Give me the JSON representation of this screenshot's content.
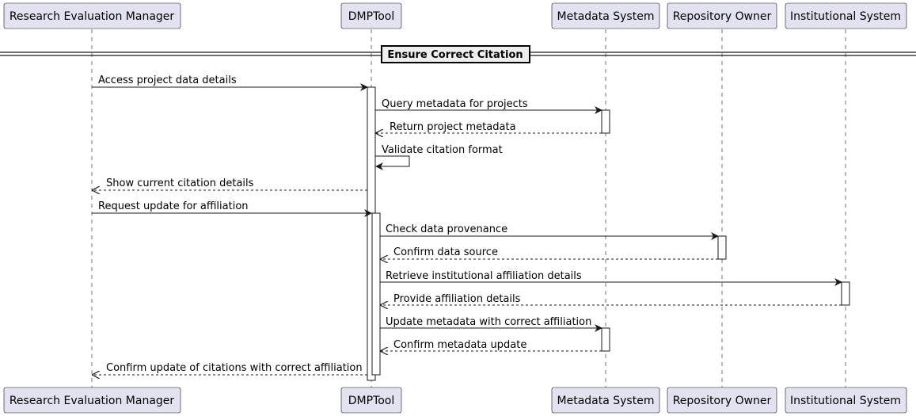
{
  "participants": [
    {
      "id": "rem",
      "label": "Research Evaluation Manager"
    },
    {
      "id": "dmp",
      "label": "DMPTool"
    },
    {
      "id": "meta",
      "label": "Metadata System"
    },
    {
      "id": "repo",
      "label": "Repository Owner"
    },
    {
      "id": "inst",
      "label": "Institutional System"
    }
  ],
  "group": {
    "label": "Ensure Correct Citation"
  },
  "messages": [
    {
      "from": "rem",
      "to": "dmp",
      "label": "Access project data details",
      "style": "solid"
    },
    {
      "from": "dmp",
      "to": "meta",
      "label": "Query metadata for projects",
      "style": "solid"
    },
    {
      "from": "meta",
      "to": "dmp",
      "label": "Return project metadata",
      "style": "dashed"
    },
    {
      "from": "dmp",
      "to": "dmp",
      "label": "Validate citation format",
      "style": "solid"
    },
    {
      "from": "dmp",
      "to": "rem",
      "label": "Show current citation details",
      "style": "dashed"
    },
    {
      "from": "rem",
      "to": "dmp",
      "label": "Request update for affiliation",
      "style": "solid"
    },
    {
      "from": "dmp",
      "to": "repo",
      "label": "Check data provenance",
      "style": "solid"
    },
    {
      "from": "repo",
      "to": "dmp",
      "label": "Confirm data source",
      "style": "dashed"
    },
    {
      "from": "dmp",
      "to": "inst",
      "label": "Retrieve institutional affiliation details",
      "style": "solid"
    },
    {
      "from": "inst",
      "to": "dmp",
      "label": "Provide affiliation details",
      "style": "dashed"
    },
    {
      "from": "dmp",
      "to": "meta",
      "label": "Update metadata with correct affiliation",
      "style": "solid"
    },
    {
      "from": "meta",
      "to": "dmp",
      "label": "Confirm metadata update",
      "style": "dashed"
    },
    {
      "from": "dmp",
      "to": "rem",
      "label": "Confirm update of citations with correct affiliation",
      "style": "dashed"
    }
  ],
  "colors": {
    "participant_fill": "#E2E2F0",
    "participant_stroke": "#181818",
    "activation_fill": "#FFFFFF",
    "group_label_fill": "#EEEEEE",
    "line": "#181818"
  }
}
